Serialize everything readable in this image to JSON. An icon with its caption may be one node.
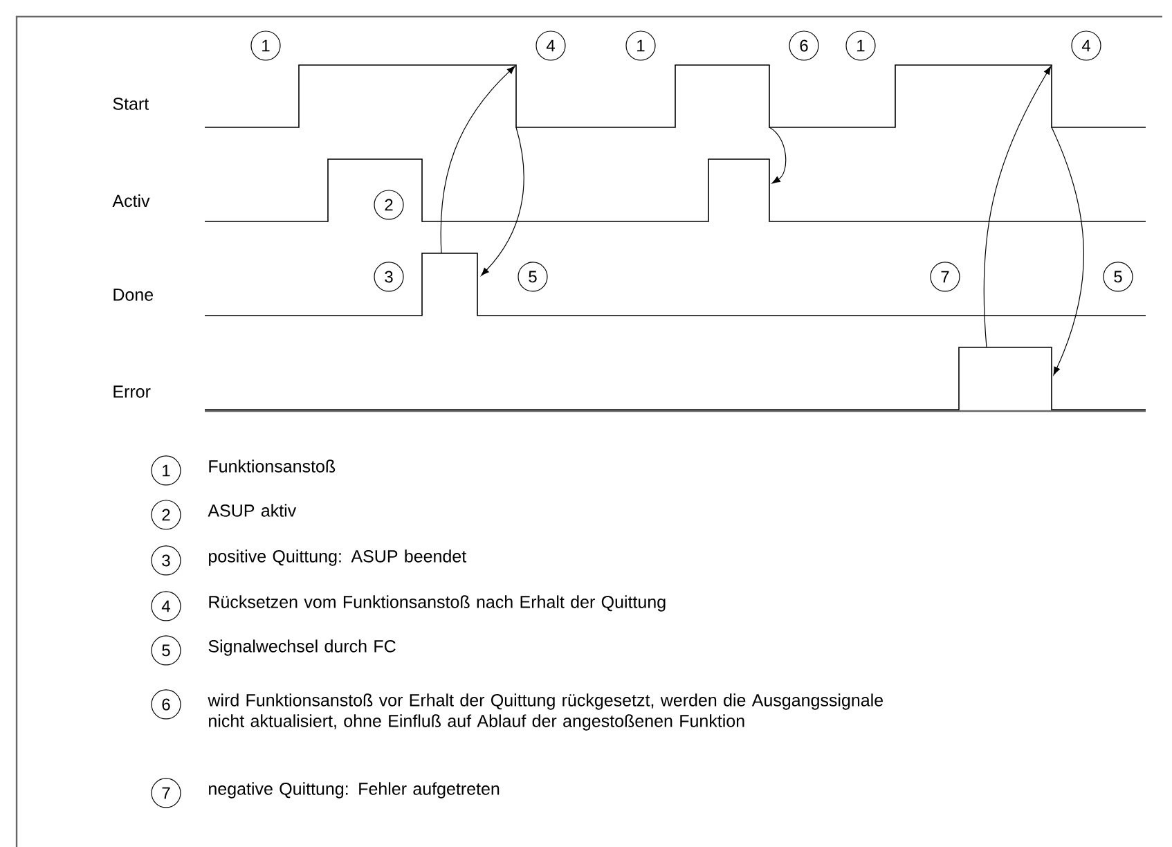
{
  "diagram": {
    "nodes": [
      {
        "text": [
          "1"
        ]
      },
      {
        "text": [
          "4"
        ]
      },
      {
        "text": [
          "1"
        ]
      },
      {
        "text": [
          "6"
        ]
      },
      {
        "text": [
          "1"
        ]
      },
      {
        "text": [
          "4"
        ]
      },
      {
        "text": [
          "2"
        ]
      },
      {
        "text": [
          "3"
        ]
      },
      {
        "text": [
          "5"
        ]
      },
      {
        "text": [
          "7"
        ]
      },
      {
        "text": [
          "5"
        ]
      },
      {
        "text": [
          "1"
        ],
        "beside": [
          "Funktionsanstoß"
        ]
      },
      {
        "text": [
          "2"
        ],
        "beside": [
          "ASUP aktiv"
        ]
      },
      {
        "text": [
          "3"
        ],
        "beside": [
          "positive Quittung: ASUP beendet"
        ]
      },
      {
        "text": [
          "4"
        ],
        "beside": [
          "Rücksetzen vom Funktionsanstoß nach Erhalt der Quittung"
        ]
      },
      {
        "text": [
          "5"
        ],
        "beside": [
          "Signalwechsel durch FC"
        ]
      },
      {
        "text": [
          "6"
        ],
        "beside": [
          "wird Funktionsanstoß vor Erhalt der Quittung rückgesetzt, werden die Ausgangssignale nicht aktualisiert, ohne Einfluß auf Ablauf der angestoßenen Funktion"
        ]
      },
      {
        "text": [
          "7"
        ],
        "beside": [
          "negative Quittung: Fehler aufgetreten"
        ]
      }
    ],
    "labels": [
      "Start",
      "Activ",
      "Done",
      "Error"
    ]
  }
}
